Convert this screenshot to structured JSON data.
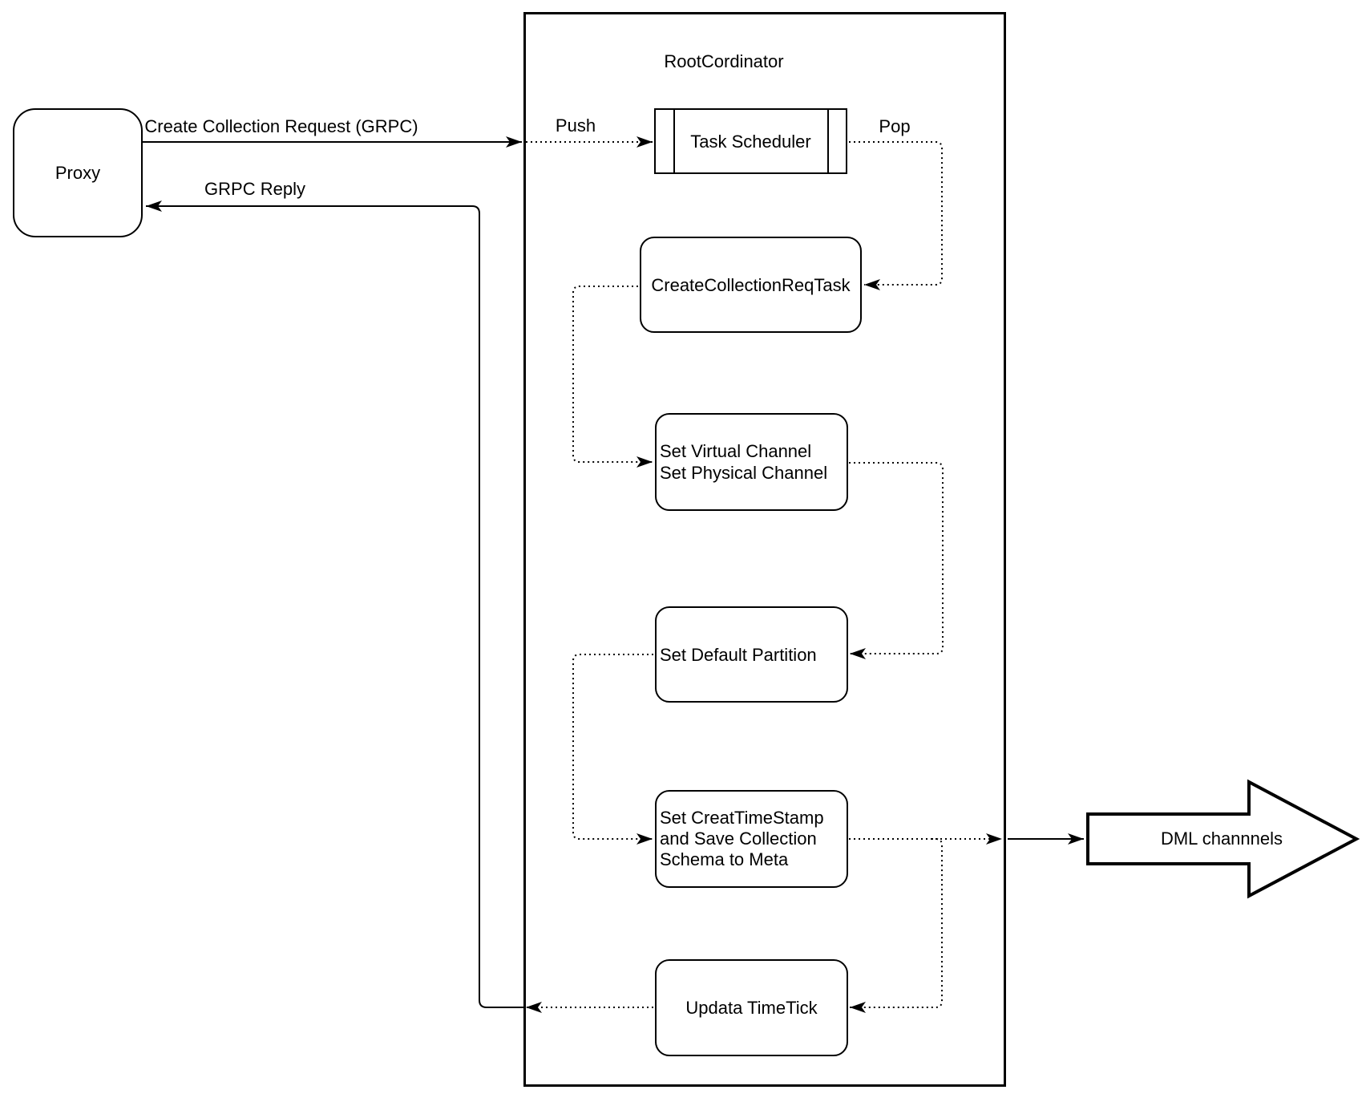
{
  "diagram": {
    "nodes": {
      "proxy": {
        "label": "Proxy"
      },
      "root_coordinator": {
        "title": "RootCordinator"
      },
      "task_scheduler": {
        "label": "Task Scheduler"
      },
      "create_collection_req_task": {
        "label": "CreateCollectionReqTask"
      },
      "set_channels": {
        "lines": [
          "Set Virtual Channel",
          "Set Physical Channel"
        ]
      },
      "set_default_partition": {
        "label": "Set Default Partition"
      },
      "set_create_timestamp": {
        "lines": [
          "Set CreatTimeStamp",
          "and Save Collection",
          "Schema to Meta"
        ]
      },
      "update_timetick": {
        "label": "Updata TimeTick"
      },
      "dml_channels": {
        "label": "DML channnels"
      }
    },
    "edge_labels": {
      "create_collection_request": "Create Collection Request (GRPC)",
      "grpc_reply": "GRPC Reply",
      "push": "Push",
      "pop": "Pop"
    },
    "colors": {
      "stroke": "#000000",
      "background": "#ffffff"
    }
  }
}
